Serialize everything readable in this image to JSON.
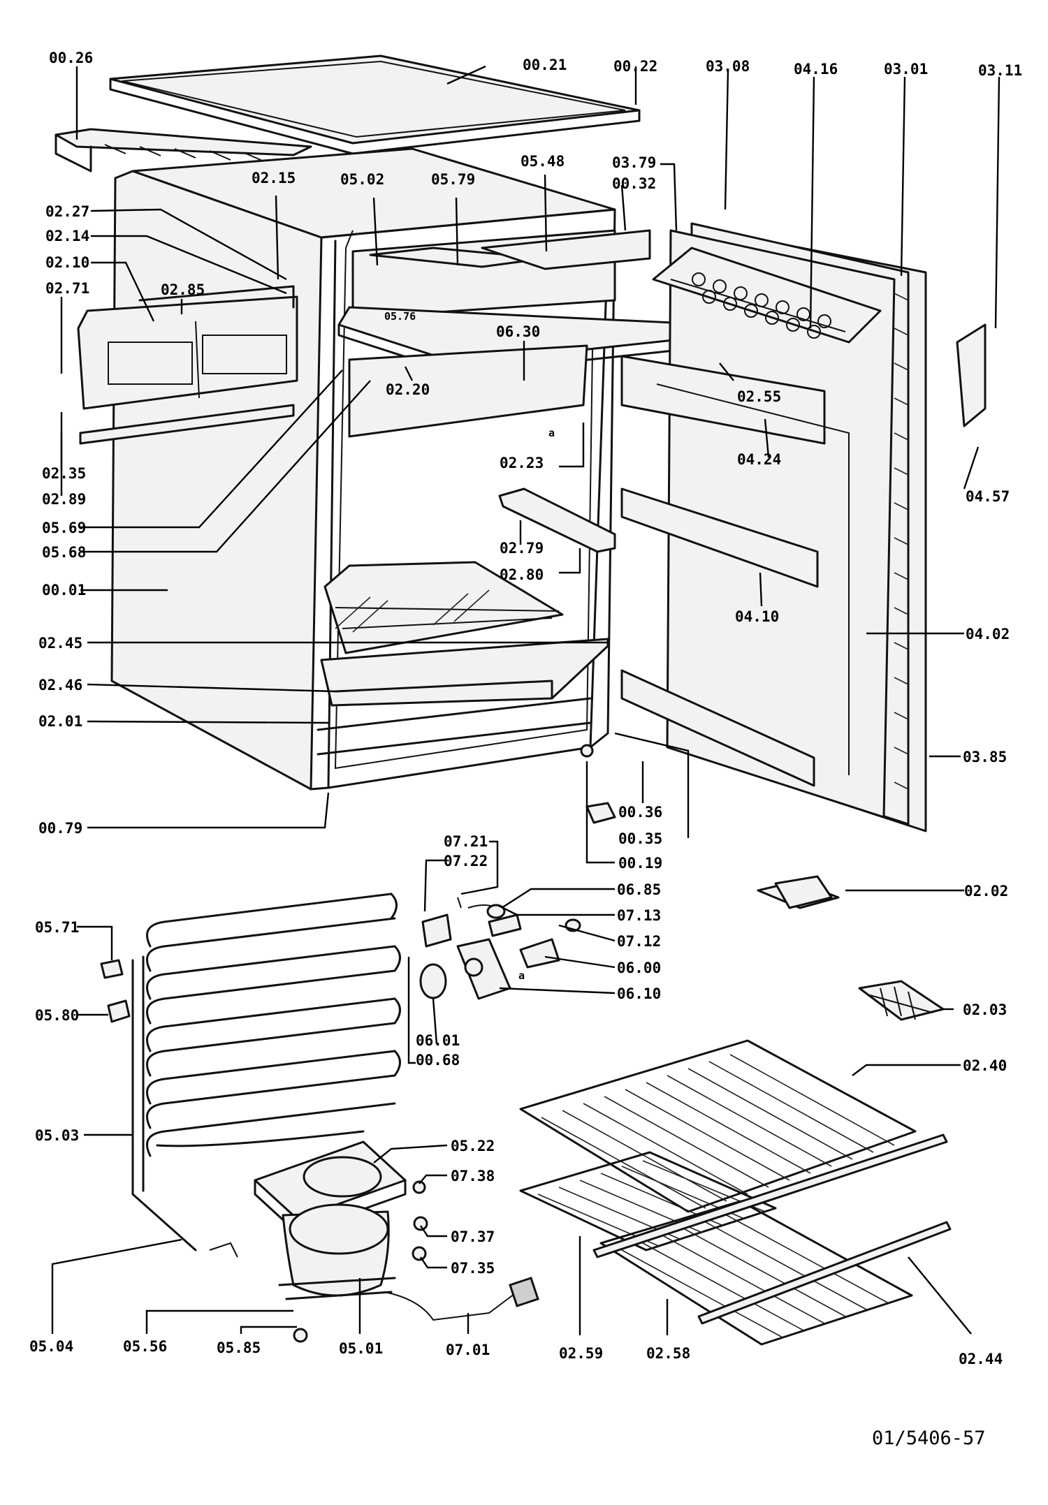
{
  "document_number": "01/5406-57",
  "labels": {
    "00.26": "00.26",
    "00.21": "00.21",
    "00.22": "00.22",
    "03.08": "03.08",
    "04.16": "04.16",
    "03.01": "03.01",
    "03.11": "03.11",
    "03.79": "03.79",
    "00.32": "00.32",
    "02.15": "02.15",
    "05.02": "05.02",
    "05.79": "05.79",
    "05.48": "05.48",
    "02.27": "02.27",
    "02.14": "02.14",
    "02.10": "02.10",
    "02.71": "02.71",
    "02.85": "02.85",
    "05.76": "05.76",
    "06.30": "06.30",
    "02.20": "02.20",
    "02.55": "02.55",
    "02.35": "02.35",
    "02.89": "02.89",
    "05.69": "05.69",
    "05.68": "05.68",
    "02.23": "02.23",
    "04.24": "04.24",
    "04.57": "04.57",
    "02.79": "02.79",
    "02.80": "02.80",
    "00.01": "00.01",
    "04.10": "04.10",
    "04.02": "04.02",
    "02.45": "02.45",
    "02.46": "02.46",
    "02.01": "02.01",
    "03.85": "03.85",
    "00.36": "00.36",
    "00.35": "00.35",
    "00.79": "00.79",
    "00.19": "00.19",
    "07.21": "07.21",
    "07.22": "07.22",
    "06.85": "06.85",
    "07.13": "07.13",
    "07.12": "07.12",
    "06.00": "06.00",
    "06.10": "06.10",
    "05.71": "05.71",
    "05.80": "05.80",
    "06.01": "06.01",
    "00.68": "00.68",
    "02.02": "02.02",
    "02.03": "02.03",
    "02.40": "02.40",
    "05.03": "05.03",
    "05.22": "05.22",
    "07.38": "07.38",
    "07.37": "07.37",
    "07.35": "07.35",
    "05.04": "05.04",
    "05.56": "05.56",
    "05.85": "05.85",
    "05.01": "05.01",
    "07.01": "07.01",
    "02.59": "02.59",
    "02.58": "02.58",
    "02.44": "02.44"
  },
  "marks": {
    "a1": "a",
    "a2": "a"
  }
}
